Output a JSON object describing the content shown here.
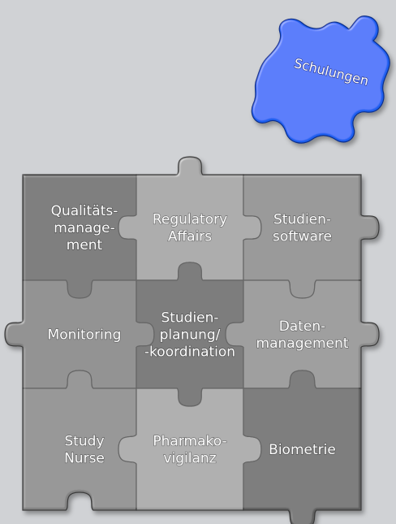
{
  "pieces": [
    {
      "id": "qualitaet",
      "lines": [
        "Qualitäts-",
        "manage-",
        "ment"
      ],
      "color": "#616161"
    },
    {
      "id": "regulatory",
      "lines": [
        "Regulatory",
        "Affairs"
      ],
      "color": "#9a9a9a"
    },
    {
      "id": "studiensoftware",
      "lines": [
        "Studien-",
        "software"
      ],
      "color": "#848484"
    },
    {
      "id": "monitoring",
      "lines": [
        "Monitoring"
      ],
      "color": "#7b7b7b"
    },
    {
      "id": "studienplanung",
      "lines": [
        "Studien-",
        "planung/",
        "-koordination"
      ],
      "color": "#5e5e5e"
    },
    {
      "id": "datenmanagement",
      "lines": [
        "Daten-",
        "management"
      ],
      "color": "#8a8a8a"
    },
    {
      "id": "study-nurse",
      "lines": [
        "Study",
        "Nurse"
      ],
      "color": "#818181"
    },
    {
      "id": "pharmakovigilanz",
      "lines": [
        "Pharmako-",
        "vigilanz"
      ],
      "color": "#9e9e9e"
    },
    {
      "id": "biometrie",
      "lines": [
        "Biometrie"
      ],
      "color": "#606060"
    }
  ],
  "floating_piece": {
    "label": "Schulungen",
    "color": "#1d5ff0"
  }
}
